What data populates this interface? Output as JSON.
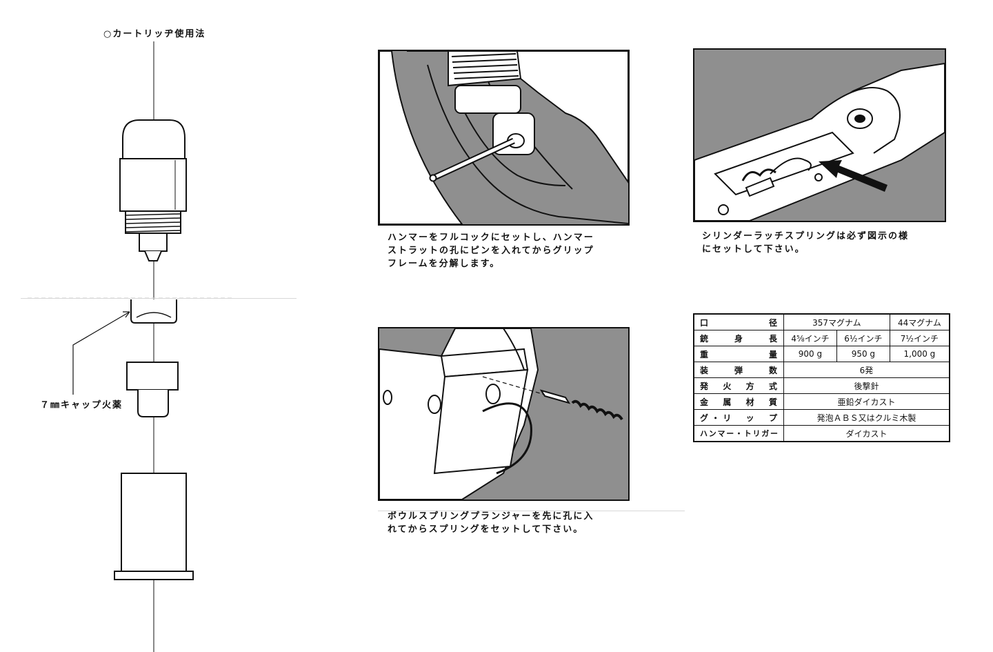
{
  "cartridge": {
    "title": "○カートリッヂ使用法",
    "cap_label": "７㎜キャップ火薬"
  },
  "steps": [
    {
      "caption": "ハンマーをフルコックにセットし、ハンマー\nストラットの孔にピンを入れてからグリップ\nフレームを分解します。"
    },
    {
      "caption": "シリンダーラッチスプリングは必ず図示の様\nにセットして下さい。"
    },
    {
      "caption": "ボウルスプリングプランジャーを先に孔に入\nれてからスプリングをセットして下さい。"
    }
  ],
  "spec_table": {
    "caliber": {
      "label": "口　　　径",
      "v357": "357マグナム",
      "v44": "44マグナム"
    },
    "barrel": {
      "label": "銃　身　長",
      "values": [
        "4⅝インチ",
        "6½インチ",
        "7½インチ"
      ]
    },
    "weight": {
      "label": "重　　　量",
      "values": [
        "900 g",
        "950 g",
        "1,000 g"
      ]
    },
    "capacity": {
      "label": "装　弾　数",
      "value": "6発"
    },
    "firing": {
      "label": "発　火　方　式",
      "value": "後撃針"
    },
    "material": {
      "label": "金　属　材　質",
      "value": "亜鉛ダイカスト"
    },
    "grip": {
      "label": "グ・リ　ッ　プ",
      "value": "発泡ＡＢＳ又はクルミ木製"
    },
    "hammer": {
      "label": "ハンマー・トリガー",
      "value": "ダイカスト"
    }
  }
}
